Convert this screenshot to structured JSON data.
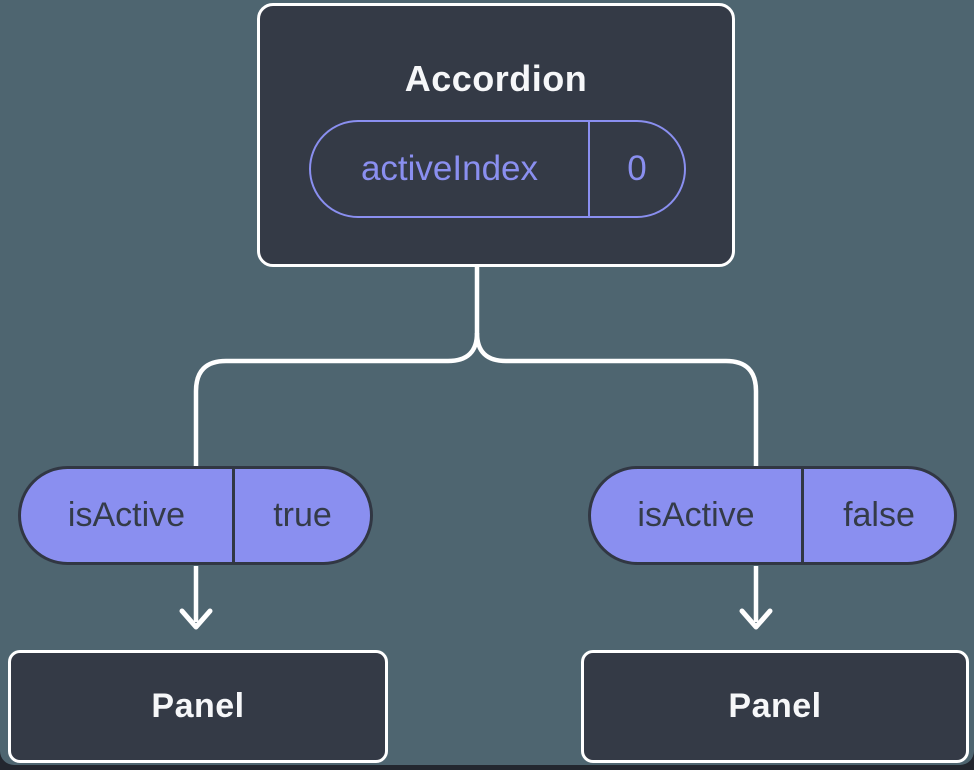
{
  "colors": {
    "background": "#4e6570",
    "node_fill": "#343a46",
    "node_border": "#ffffff",
    "accent_purple": "#8a8ff0",
    "pill_fill": "#8a8ff0",
    "pill_border": "#313743",
    "pill_text": "#343b48",
    "title_text": "#f6f7f9",
    "connector": "#ffffff",
    "page_edge": "#23272f"
  },
  "tree": {
    "root": {
      "title": "Accordion",
      "prop": {
        "name": "activeIndex",
        "value": "0"
      }
    },
    "children": [
      {
        "prop": {
          "name": "isActive",
          "value": "true"
        },
        "node": {
          "title": "Panel"
        }
      },
      {
        "prop": {
          "name": "isActive",
          "value": "false"
        },
        "node": {
          "title": "Panel"
        }
      }
    ]
  }
}
